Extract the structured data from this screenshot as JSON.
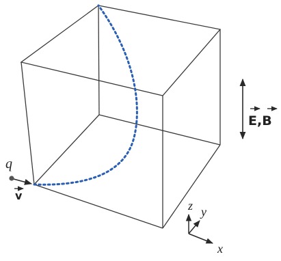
{
  "labels": {
    "charge": "q",
    "velocity": "v",
    "fields": "E,B",
    "axis_z": "z",
    "axis_y": "y",
    "axis_x": "x"
  },
  "colors": {
    "line": "#3a3a3a",
    "trajectory": "#2b5fb3",
    "particle": "#555555",
    "background": "#ffffff"
  },
  "icons": {
    "field-direction": "double-headed-arrow-icon",
    "velocity-arrow": "arrow-right-icon"
  }
}
